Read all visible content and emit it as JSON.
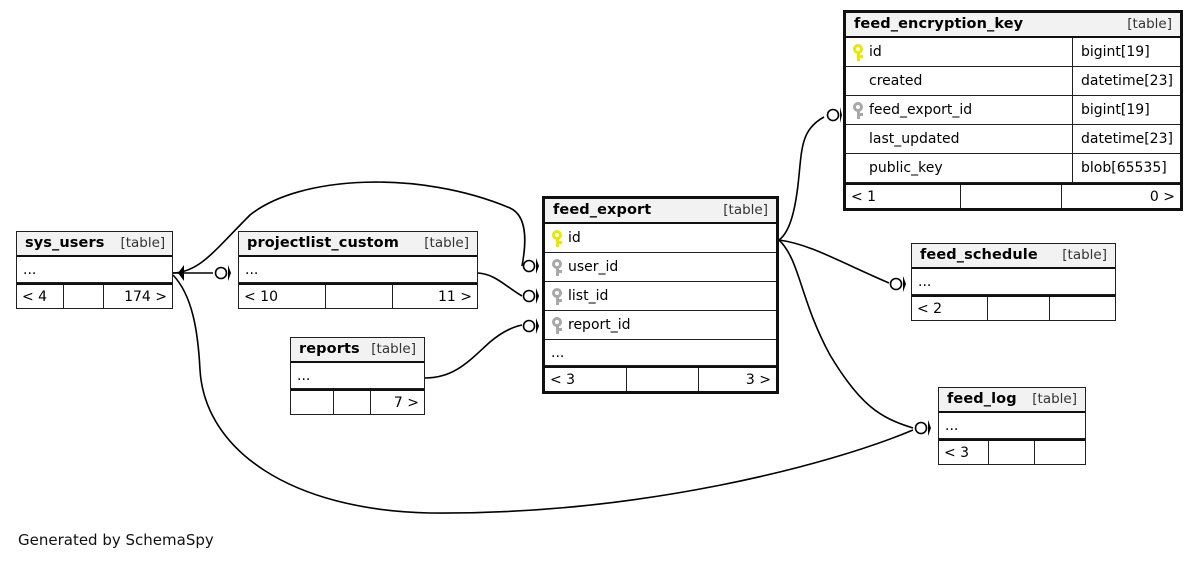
{
  "diagram": {
    "caption": "Generated by SchemaSpy",
    "type": "entity-relationship-diagram",
    "table_tag": "[table]",
    "ellipsis": "...",
    "colors": {
      "primary_key": "#e8e800",
      "foreign_key": "#a8a8a8",
      "header_bg": "#f2f2f2",
      "border": "#101010"
    }
  },
  "tables": {
    "feed_encryption_key": {
      "name": "feed_encryption_key",
      "tag": "[table]",
      "columns": [
        {
          "name": "id",
          "type": "bigint[19]",
          "key": "pk"
        },
        {
          "name": "created",
          "type": "datetime[23]",
          "key": "none"
        },
        {
          "name": "feed_export_id",
          "type": "bigint[19]",
          "key": "fk"
        },
        {
          "name": "last_updated",
          "type": "datetime[23]",
          "key": "none"
        },
        {
          "name": "public_key",
          "type": "blob[65535]",
          "key": "none"
        }
      ],
      "footer": {
        "left": "< 1",
        "middle": "",
        "right": "0 >"
      }
    },
    "feed_export": {
      "name": "feed_export",
      "tag": "[table]",
      "columns": [
        {
          "name": "id",
          "type": "",
          "key": "pk"
        },
        {
          "name": "user_id",
          "type": "",
          "key": "fk"
        },
        {
          "name": "list_id",
          "type": "",
          "key": "fk"
        },
        {
          "name": "report_id",
          "type": "",
          "key": "fk"
        }
      ],
      "ellipsis_row": "...",
      "footer": {
        "left": "< 3",
        "middle": "",
        "right": "3 >"
      }
    },
    "sys_users": {
      "name": "sys_users",
      "tag": "[table]",
      "ellipsis_row": "...",
      "footer": {
        "left": "< 4",
        "middle": "",
        "right": "174 >"
      }
    },
    "projectlist_custom": {
      "name": "projectlist_custom",
      "tag": "[table]",
      "ellipsis_row": "...",
      "footer": {
        "left": "< 10",
        "middle": "",
        "right": "11 >"
      }
    },
    "reports": {
      "name": "reports",
      "tag": "[table]",
      "ellipsis_row": "...",
      "footer": {
        "left": "",
        "middle": "",
        "right": "7 >"
      }
    },
    "feed_schedule": {
      "name": "feed_schedule",
      "tag": "[table]",
      "ellipsis_row": "...",
      "footer": {
        "left": "< 2",
        "middle": "",
        "right": ""
      }
    },
    "feed_log": {
      "name": "feed_log",
      "tag": "[table]",
      "ellipsis_row": "...",
      "footer": {
        "left": "< 3",
        "middle": "",
        "right": ""
      }
    }
  },
  "relationships": [
    {
      "from": "feed_export",
      "to": "feed_encryption_key",
      "via": "feed_export_id"
    },
    {
      "from": "feed_export",
      "to": "feed_schedule",
      "via": ""
    },
    {
      "from": "feed_export",
      "to": "feed_log",
      "via": ""
    },
    {
      "from": "sys_users",
      "to": "feed_export",
      "via": "user_id"
    },
    {
      "from": "projectlist_custom",
      "to": "feed_export",
      "via": "list_id"
    },
    {
      "from": "reports",
      "to": "feed_export",
      "via": "report_id"
    },
    {
      "from": "sys_users",
      "to": "projectlist_custom",
      "via": ""
    },
    {
      "from": "sys_users",
      "to": "feed_log",
      "via": ""
    }
  ]
}
